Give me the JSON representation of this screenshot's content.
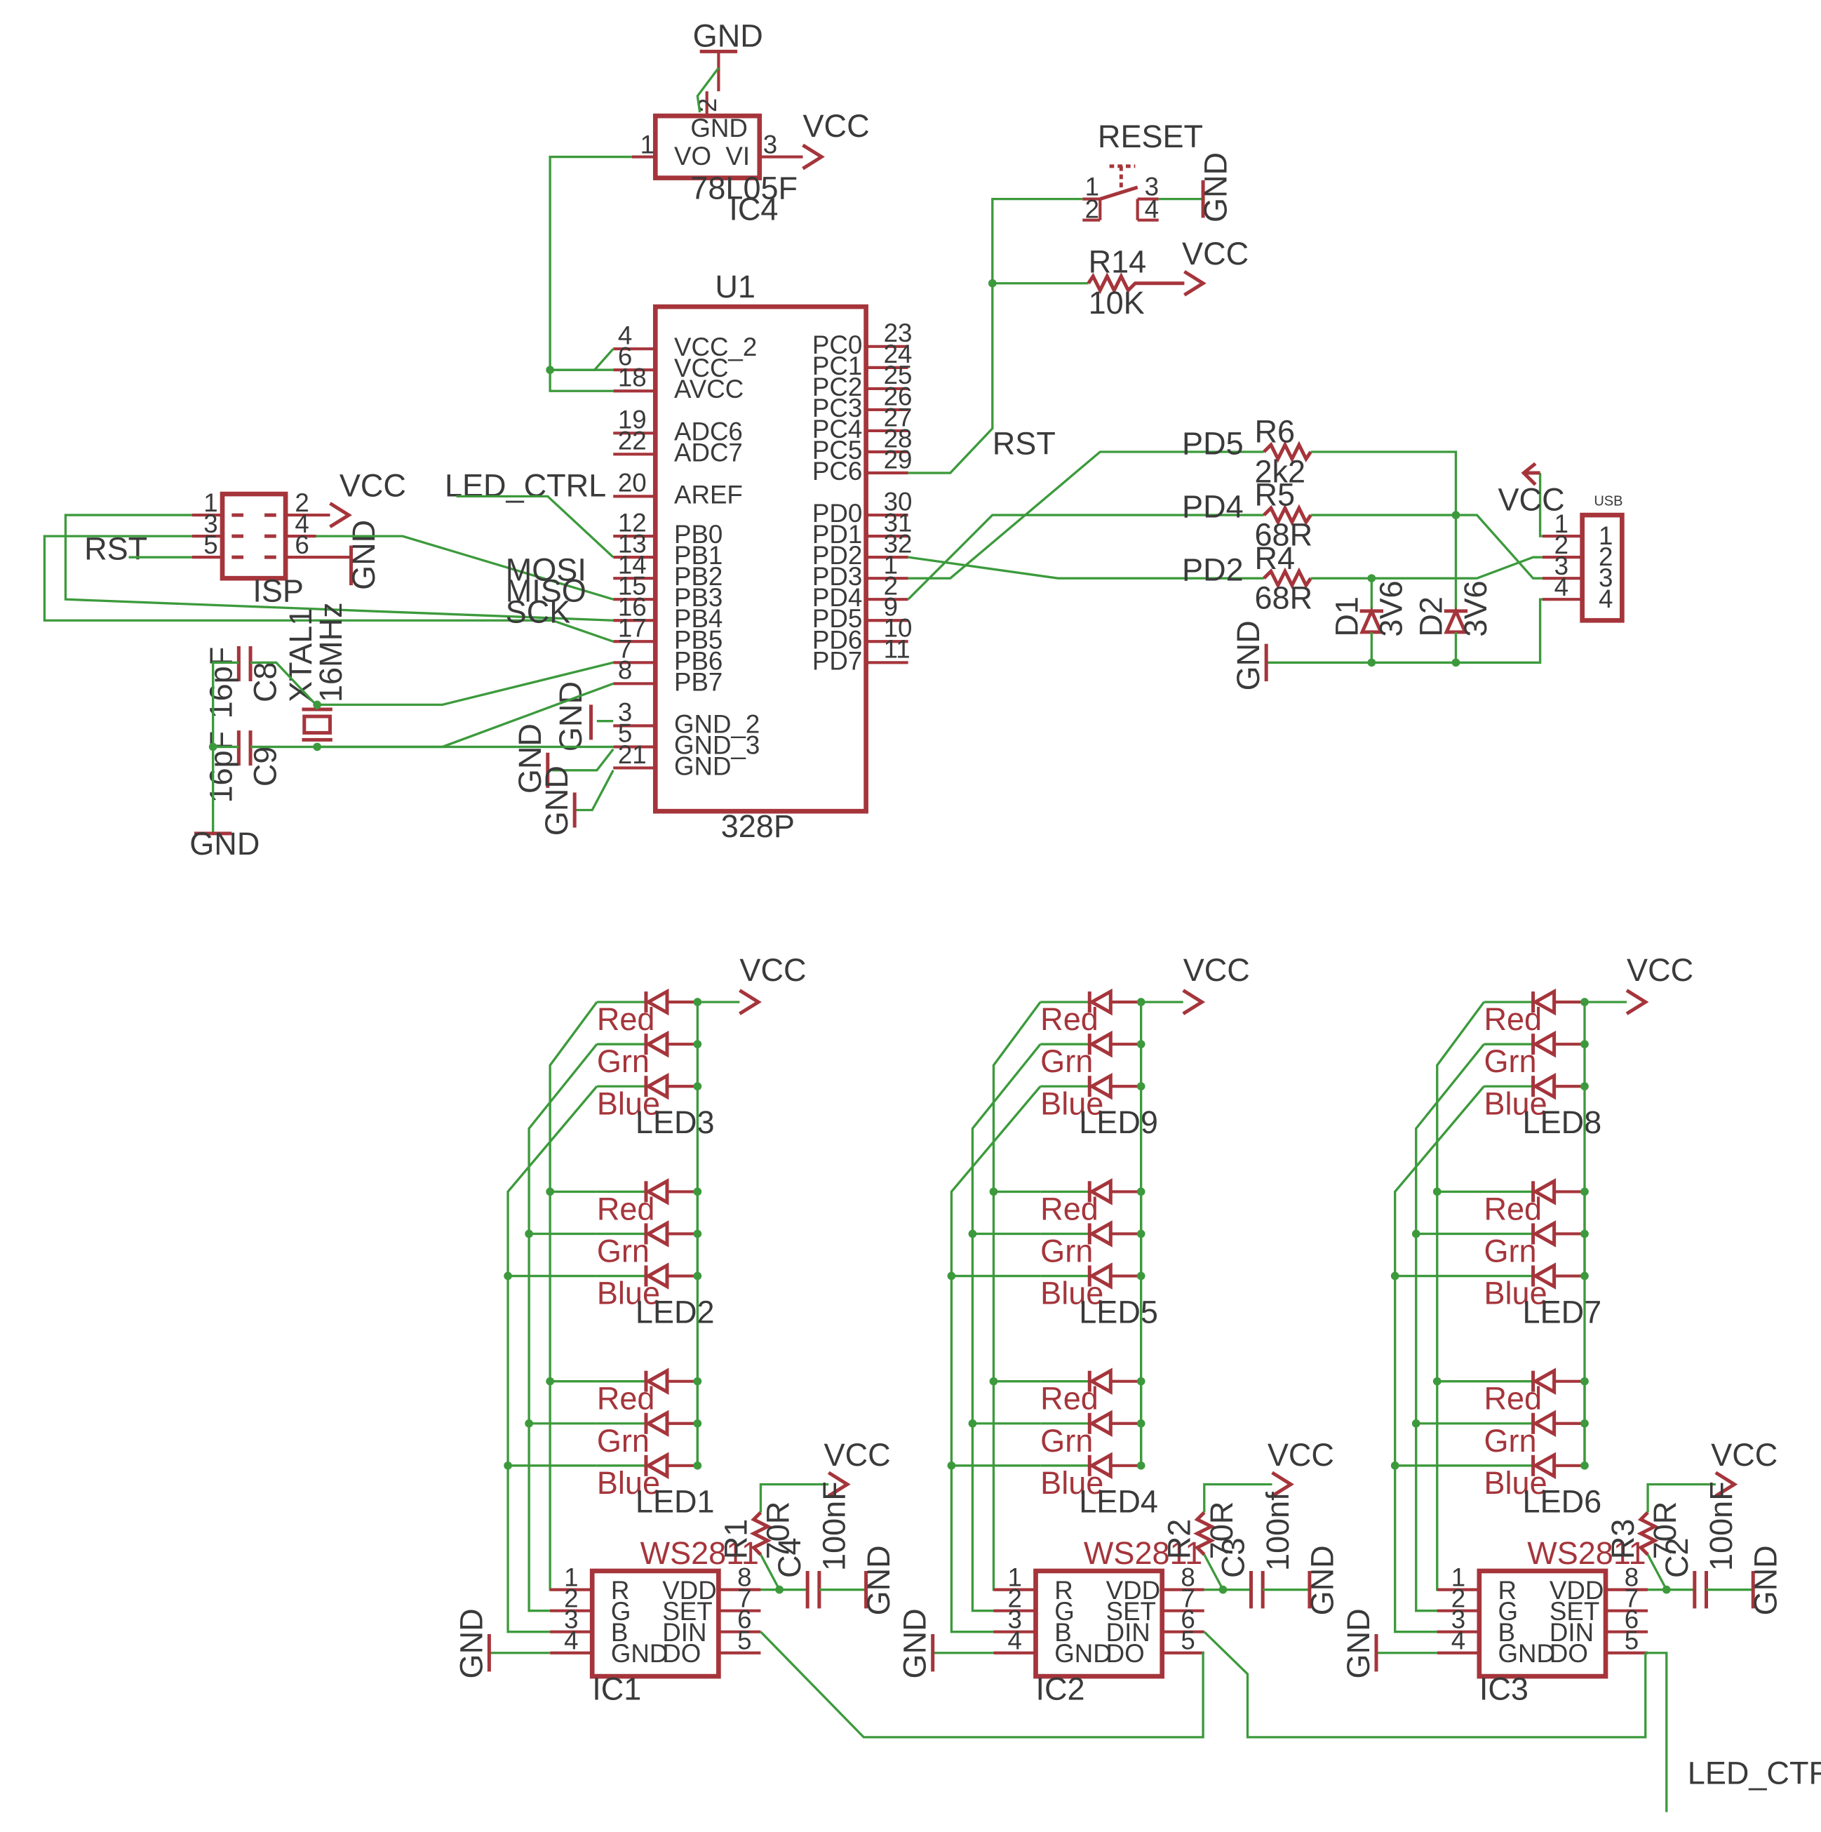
{
  "colors": {
    "component": "#a5353b",
    "wire": "#3c9a3c",
    "text": "#3a3a3a",
    "background": "#ffffff"
  },
  "u1": {
    "name": "U1",
    "value": "328P",
    "left_pins": [
      {
        "num": "4",
        "name": "VCC_2"
      },
      {
        "num": "6",
        "name": "VCC"
      },
      {
        "num": "18",
        "name": "AVCC"
      },
      {
        "num": "19",
        "name": "ADC6"
      },
      {
        "num": "22",
        "name": "ADC7"
      },
      {
        "num": "20",
        "name": "AREF"
      },
      {
        "num": "12",
        "name": "PB0"
      },
      {
        "num": "13",
        "name": "PB1"
      },
      {
        "num": "14",
        "name": "PB2"
      },
      {
        "num": "15",
        "name": "PB3"
      },
      {
        "num": "16",
        "name": "PB4"
      },
      {
        "num": "17",
        "name": "PB5"
      },
      {
        "num": "7",
        "name": "PB6"
      },
      {
        "num": "8",
        "name": "PB7"
      },
      {
        "num": "3",
        "name": "GND_2"
      },
      {
        "num": "5",
        "name": "GND_3"
      },
      {
        "num": "21",
        "name": "GND"
      }
    ],
    "right_pins": [
      {
        "num": "23",
        "name": "PC0"
      },
      {
        "num": "24",
        "name": "PC1"
      },
      {
        "num": "25",
        "name": "PC2"
      },
      {
        "num": "26",
        "name": "PC3"
      },
      {
        "num": "27",
        "name": "PC4"
      },
      {
        "num": "28",
        "name": "PC5"
      },
      {
        "num": "29",
        "name": "PC6"
      },
      {
        "num": "30",
        "name": "PD0"
      },
      {
        "num": "31",
        "name": "PD1"
      },
      {
        "num": "32",
        "name": "PD2"
      },
      {
        "num": "1",
        "name": "PD3"
      },
      {
        "num": "2",
        "name": "PD4"
      },
      {
        "num": "9",
        "name": "PD5"
      },
      {
        "num": "10",
        "name": "PD6"
      },
      {
        "num": "11",
        "name": "PD7"
      }
    ]
  },
  "ic4": {
    "name": "IC4",
    "value": "78L05F",
    "gnd_label": "GND",
    "vo_label": "VO",
    "vi_label": "VI",
    "pin_gnd": "2",
    "pin_vo": "1",
    "pin_vi": "3"
  },
  "reset": {
    "name": "RESET",
    "pins": [
      "1",
      "2",
      "3",
      "4"
    ]
  },
  "r14": {
    "name": "R14",
    "value": "10K"
  },
  "r6": {
    "name": "R6",
    "value": "2k2"
  },
  "r5": {
    "name": "R5",
    "value": "68R"
  },
  "r4": {
    "name": "R4",
    "value": "68R"
  },
  "d1": {
    "name": "D1",
    "value": "3V6"
  },
  "d2": {
    "name": "D2",
    "value": "3V6"
  },
  "usb": {
    "name": "USB",
    "pins": [
      "1",
      "2",
      "3",
      "4"
    ]
  },
  "isp": {
    "name": "ISP",
    "pins": [
      "1",
      "2",
      "3",
      "4",
      "5",
      "6"
    ]
  },
  "xtal": {
    "name": "XTAL1",
    "value": "16MHz"
  },
  "c8": {
    "name": "C8",
    "value": "16pF"
  },
  "c9": {
    "name": "C9",
    "value": "16pF"
  },
  "nets": {
    "vcc": "VCC",
    "gnd": "GND",
    "rst": "RST",
    "mosi": "MOSI",
    "miso": "MISO",
    "sck": "SCK",
    "led_ctrl": "LED_CTRL",
    "pd5": "PD5",
    "pd4": "PD4",
    "pd2": "PD2"
  },
  "led_colors": [
    "Red",
    "Grn",
    "Blue"
  ],
  "drivers": [
    {
      "ic": "IC1",
      "value": "WS2811",
      "res": "R1",
      "res_val": "70R",
      "cap": "C4",
      "cap_val": "100nF",
      "pins_left": [
        "1",
        "2",
        "3",
        "4"
      ],
      "pins_right": [
        "8",
        "7",
        "6",
        "5"
      ],
      "names_left": [
        "R",
        "G",
        "B",
        "GND"
      ],
      "names_right": [
        "VDD",
        "SET",
        "DIN",
        "DO"
      ],
      "leds": [
        "LED3",
        "LED2",
        "LED1"
      ]
    },
    {
      "ic": "IC2",
      "value": "WS2811",
      "res": "R2",
      "res_val": "70R",
      "cap": "C3",
      "cap_val": "100nf",
      "pins_left": [
        "1",
        "2",
        "3",
        "4"
      ],
      "pins_right": [
        "8",
        "7",
        "6",
        "5"
      ],
      "names_left": [
        "R",
        "G",
        "B",
        "GND"
      ],
      "names_right": [
        "VDD",
        "SET",
        "DIN",
        "DO"
      ],
      "leds": [
        "LED9",
        "LED5",
        "LED4"
      ]
    },
    {
      "ic": "IC3",
      "value": "WS2811",
      "res": "R3",
      "res_val": "70R",
      "cap": "C2",
      "cap_val": "100nF",
      "pins_left": [
        "1",
        "2",
        "3",
        "4"
      ],
      "pins_right": [
        "8",
        "7",
        "6",
        "5"
      ],
      "names_left": [
        "R",
        "G",
        "B",
        "GND"
      ],
      "names_right": [
        "VDD",
        "SET",
        "DIN",
        "DO"
      ],
      "leds": [
        "LED8",
        "LED7",
        "LED6"
      ]
    }
  ]
}
